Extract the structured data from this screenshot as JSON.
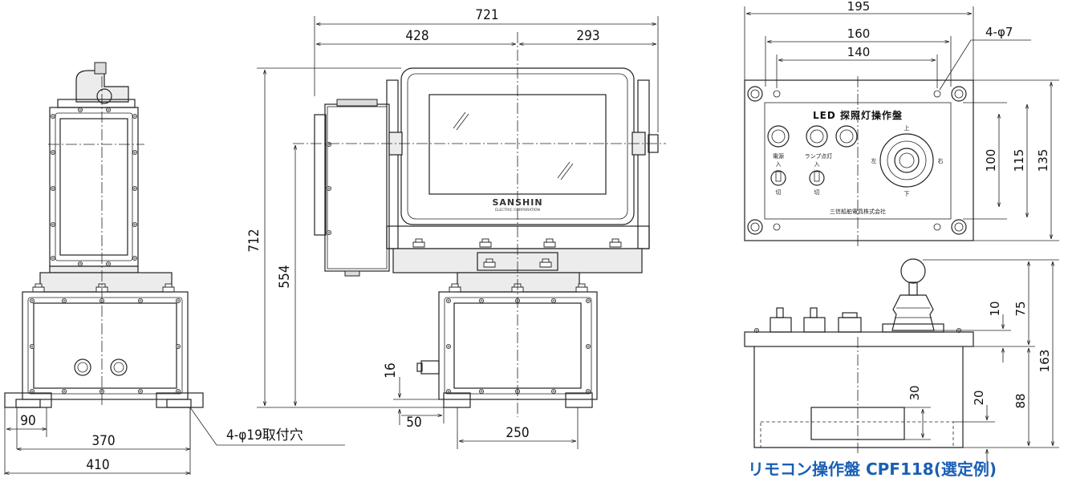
{
  "side_view": {
    "dims": {
      "d90": "90",
      "d370": "370",
      "d410": "410",
      "mount_holes": "4-φ19取付穴"
    }
  },
  "front_view": {
    "dims": {
      "d721": "721",
      "d428": "428",
      "d293": "293",
      "d712": "712",
      "d554": "554",
      "d16": "16",
      "d50": "50",
      "d250": "250"
    },
    "brand": "SANSHIN",
    "brand_sub": "ELECTRIC CORPORATION"
  },
  "panel_plan": {
    "title": "LED 探照灯操作盤",
    "switch_labels": {
      "power": "電源",
      "lamp": "ランプ点灯",
      "on": "入",
      "off": "切"
    },
    "joystick_labels": {
      "up": "上",
      "down": "下",
      "left": "左",
      "right": "右"
    },
    "maker": "三信船舶電具株式会社",
    "dims": {
      "d195": "195",
      "d160": "160",
      "d140": "140",
      "holes": "4-φ7",
      "d100": "100",
      "d115": "115",
      "d135": "135"
    }
  },
  "panel_side": {
    "dims": {
      "d10": "10",
      "d75": "75",
      "d163": "163",
      "d30": "30",
      "d20": "20",
      "d88": "88"
    }
  },
  "caption": {
    "text": "リモコン操作盤 CPF118(選定例)",
    "color": "#1a5fb4"
  }
}
